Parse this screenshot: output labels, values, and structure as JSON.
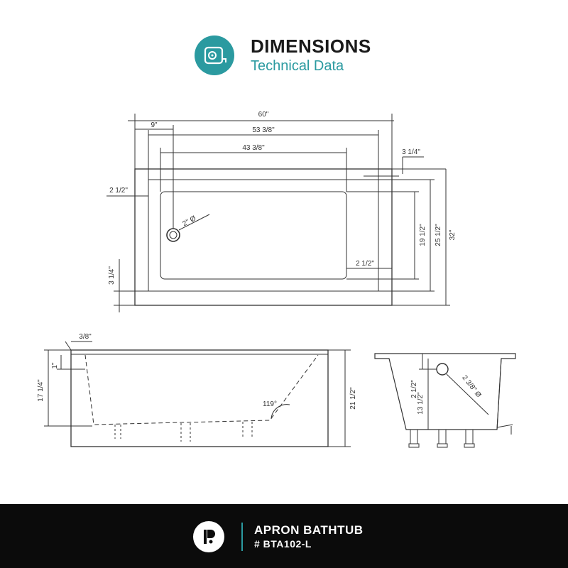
{
  "header": {
    "title": "DIMENSIONS",
    "subtitle": "Technical Data",
    "icon": "tape-measure-icon",
    "accent_color": "#2b9aa0"
  },
  "top_view": {
    "overall_length": "60\"",
    "inner_length": "53 3/8\"",
    "basin_length": "43 3/8\"",
    "drain_offset": "9\"",
    "rim_top": "3 1/4\"",
    "left_rim": "2 1/2\"",
    "drain_diameter": "2\" Ø",
    "basin_width": "19 1/2\"",
    "inner_width": "25 1/2\"",
    "overall_width": "32\"",
    "right_rim": "2 1/2\"",
    "bottom_rim": "3 1/4\""
  },
  "front_view": {
    "lip": "3/8\"",
    "rim_height": "1\"",
    "basin_depth": "17 1/4\"",
    "overall_height": "21 1/2\"",
    "slope_angle": "119°"
  },
  "side_view": {
    "drain_height": "2 1/2\"",
    "overflow_height": "13 1/2\"",
    "overflow_diameter": "2 3/8\" Ø"
  },
  "footer": {
    "product_name": "APRON BATHTUB",
    "sku": "# BTA102-L",
    "logo": "brand-logo-icon"
  }
}
